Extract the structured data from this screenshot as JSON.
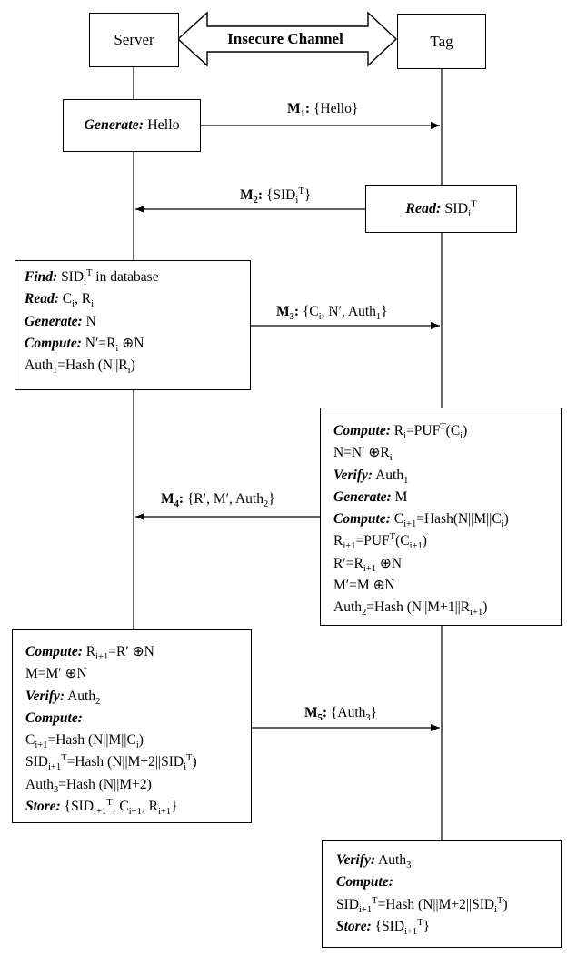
{
  "header": {
    "server_label": "Server",
    "tag_label": "Tag",
    "channel_label": "Insecure Channel"
  },
  "server_boxes": {
    "hello": {
      "kw": "Generate:",
      "text": "Hello"
    },
    "find": {
      "l1_kw": "Find:",
      "l1_text": "SID",
      "l2_kw": "Read:",
      "l2_text": "C",
      "l3_kw": "Generate:",
      "l3_text": "N",
      "l4_kw": "Compute:",
      "l4_text": "N′=R",
      "l5_text": "Auth"
    },
    "final": {
      "l1_kw": "Compute:",
      "l3_kw": "Verify:",
      "l4_kw": "Compute:",
      "l8_kw": "Store:"
    }
  },
  "tag_boxes": {
    "read": {
      "kw": "Read:",
      "text": "SID"
    },
    "compute": {
      "l1_kw": "Compute:",
      "l3_kw": "Verify:",
      "l4_kw": "Generate:",
      "l4_text": "M",
      "l5_kw": "Compute:"
    },
    "final": {
      "l1_kw": "Verify:",
      "l2_kw": "Compute:",
      "l4_kw": "Store:"
    }
  },
  "messages": {
    "m1": {
      "name": "M",
      "num": "1",
      "content": "{Hello}"
    },
    "m2": {
      "name": "M",
      "num": "2"
    },
    "m3": {
      "name": "M",
      "num": "3"
    },
    "m4": {
      "name": "M",
      "num": "4"
    },
    "m5": {
      "name": "M",
      "num": "5"
    }
  },
  "colors": {
    "line": "#000000",
    "background": "#ffffff"
  }
}
